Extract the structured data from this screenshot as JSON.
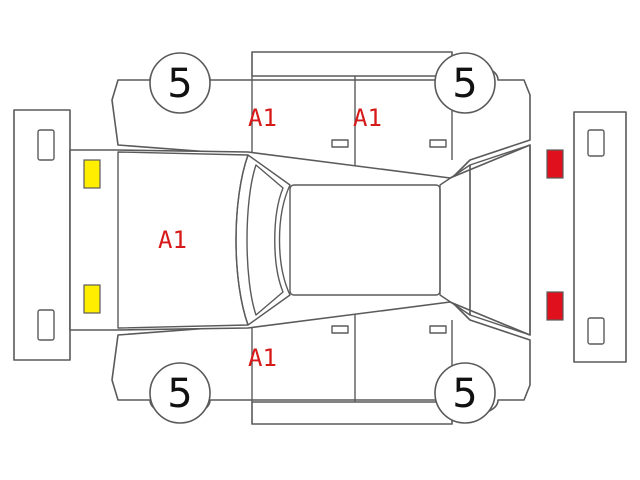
{
  "colors": {
    "outline": "#5a5a5a",
    "damage_label": "#d61a1a",
    "front_lamp": "#ffee00",
    "rear_lamp": "#e0101c"
  },
  "tires": {
    "front_left": "5",
    "rear_left": "5",
    "front_right": "5",
    "rear_right": "5"
  },
  "damage": {
    "hood": "A1",
    "top_front_door": "A1",
    "top_rear_door": "A1",
    "bottom_front_door": "A1"
  },
  "lamps": {
    "front_upper": "yellow-lamp-icon",
    "front_lower": "yellow-lamp-icon",
    "rear_upper": "red-lamp-icon",
    "rear_lower": "red-lamp-icon"
  }
}
